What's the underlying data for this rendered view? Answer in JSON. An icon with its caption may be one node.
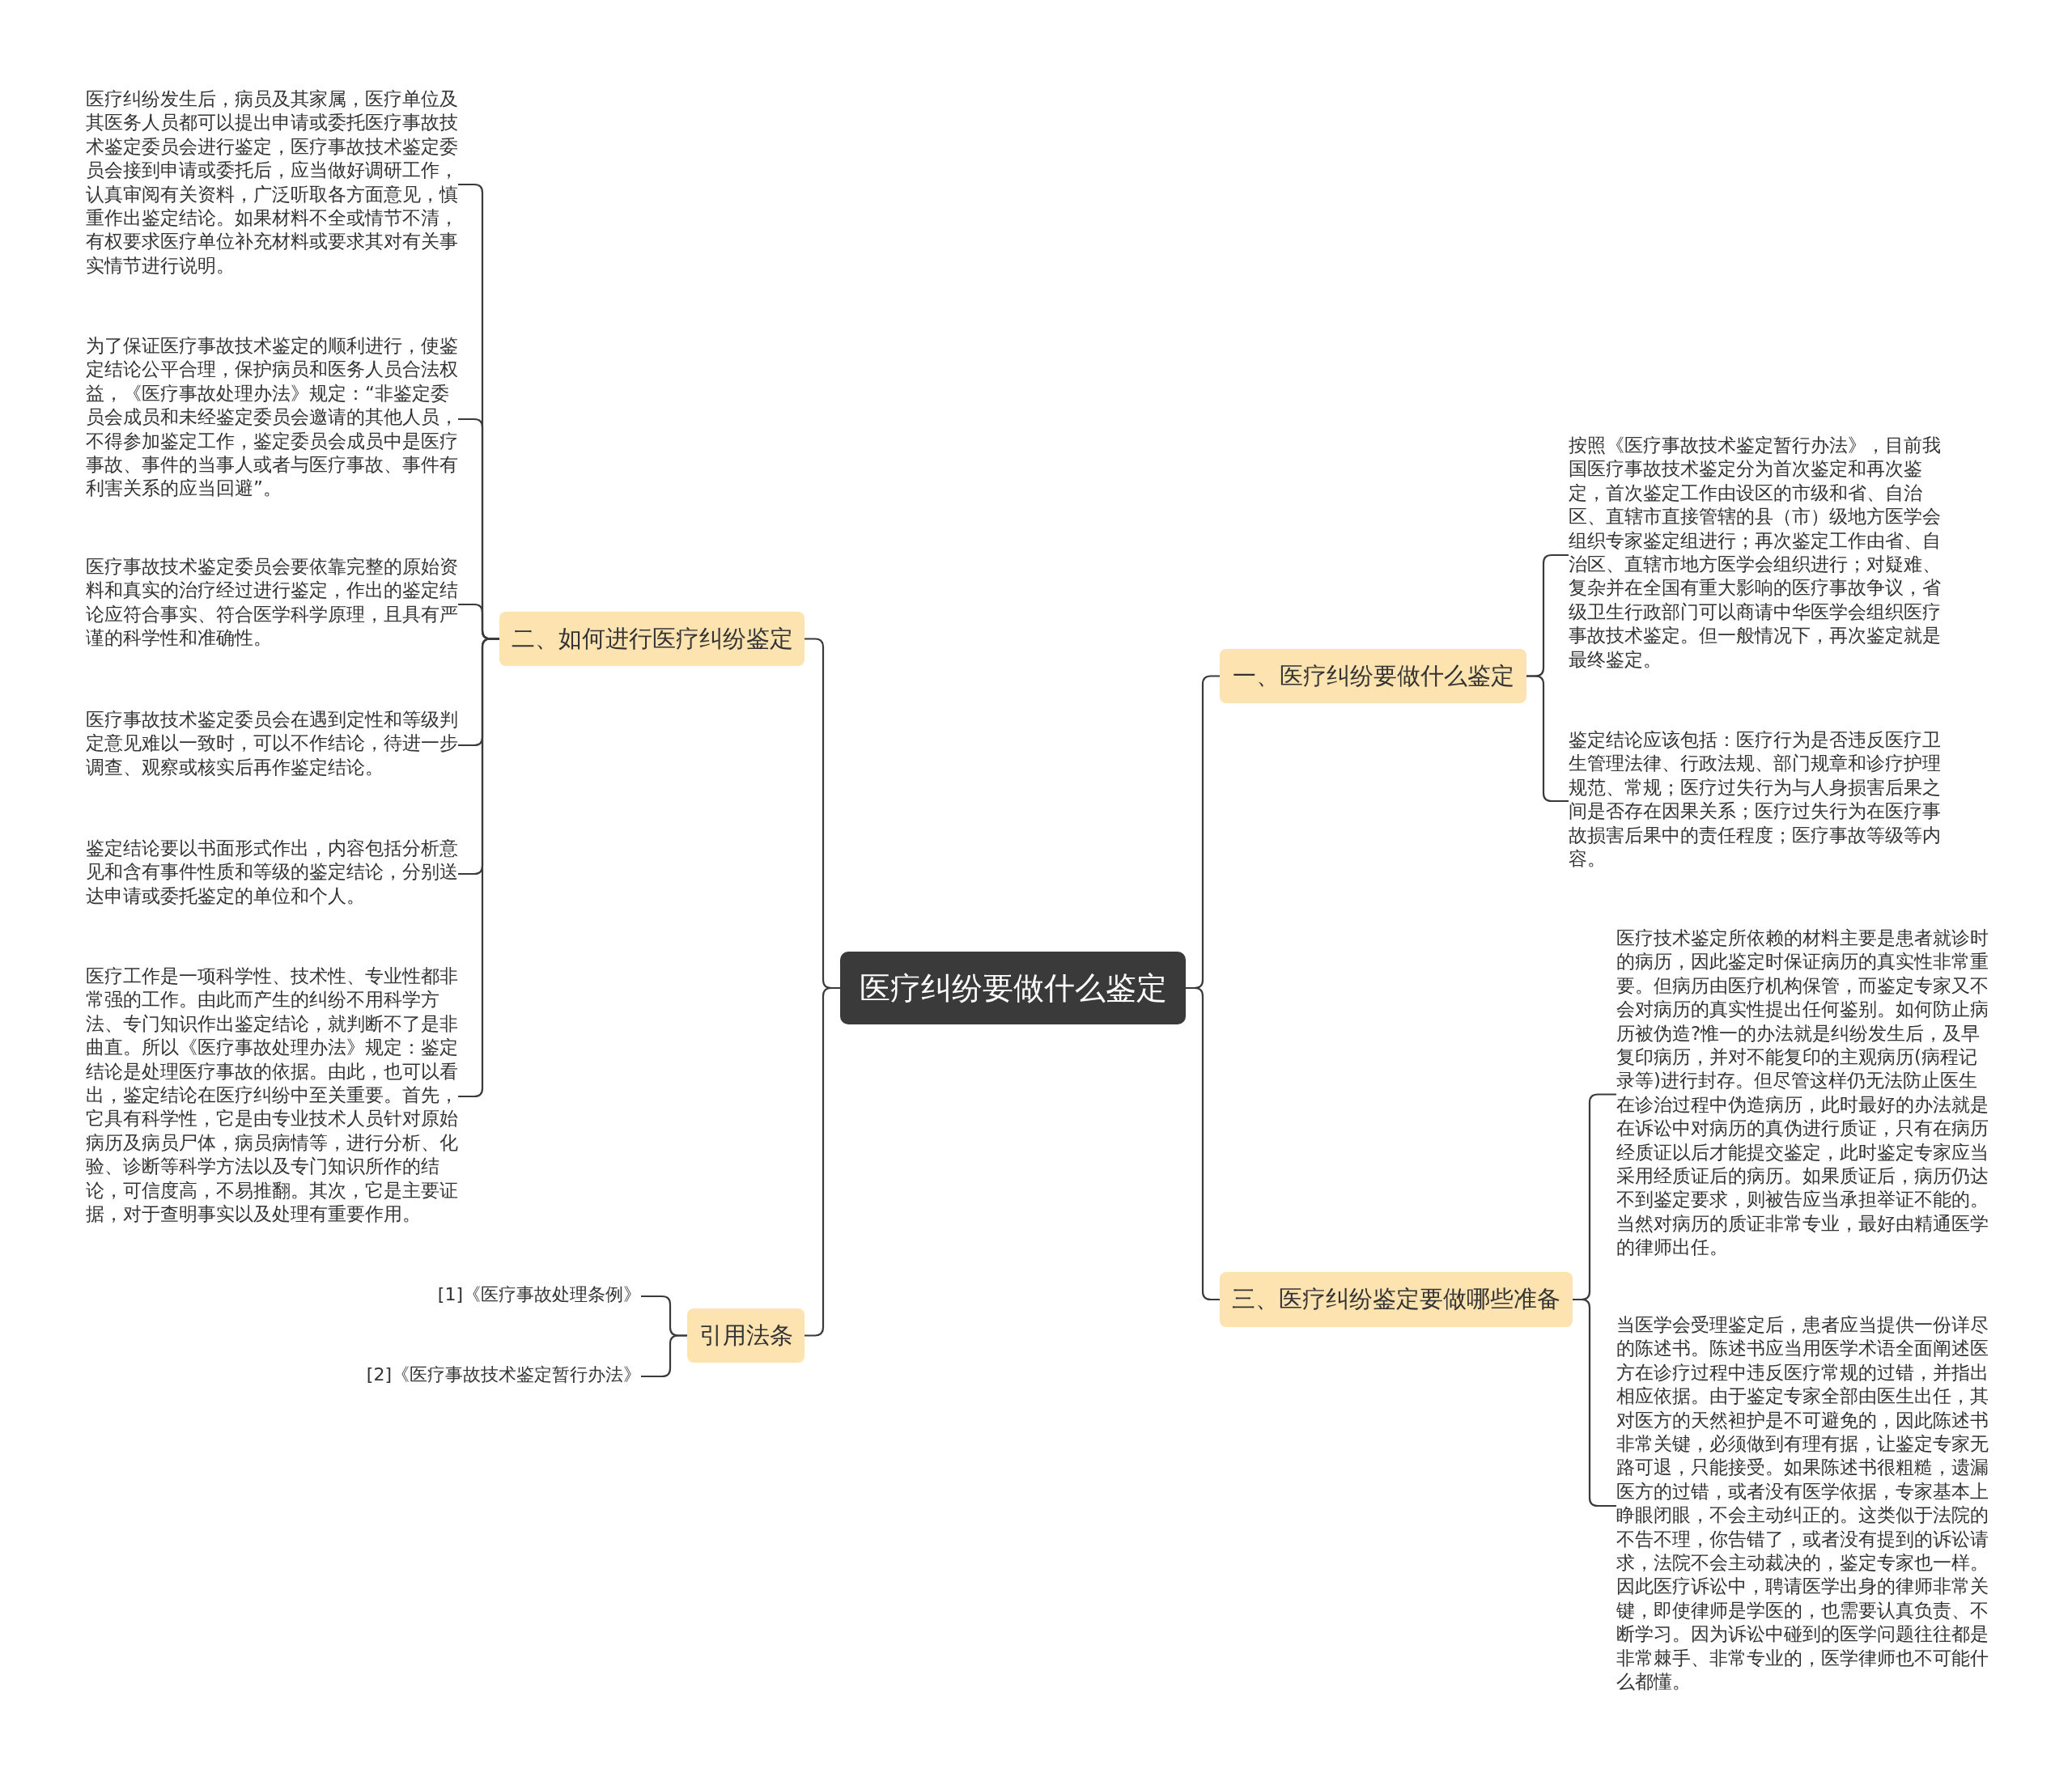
{
  "diagram": {
    "nodes": [
      {
        "text": [
          "医疗纠纷要做什么鉴定"
        ]
      },
      {
        "text": [
          "二、如何进行医疗纠纷鉴定"
        ]
      },
      {
        "text": [
          "医疗纠纷发生后，病员及其家属，医疗单位及其医务人员都可以提出申请或委托医疗事故技术鉴定委员会进行鉴定，医疗事故技术鉴定委员会接到申请或委托后，应当做好调研工作，认真审阅有关资料，广泛听取各方面意见，慎重作出鉴定结论。如果材料不全或情节不清，有权要求医疗单位补充材料或要求其对有关事实情节进行说明。"
        ]
      },
      {
        "text": [
          "为了保证医疗事故技术鉴定的顺利进行，使鉴定结论公平合理，保护病员和医务人员合法权益，《医疗事故处理办法》规定：“非鉴定委员会成员和未经鉴定委员会邀请的其他人员，不得参加鉴定工作，鉴定委员会成员中是医疗事故、事件的当事人或者与医疗事故、事件有利害关系的应当回避”。"
        ]
      },
      {
        "text": [
          "医疗事故技术鉴定委员会要依靠完整的原始资料和真实的治疗经过进行鉴定，作出的鉴定结论应符合事实、符合医学科学原理，且具有严谨的科学性和准确性。"
        ]
      },
      {
        "text": [
          "医疗事故技术鉴定委员会在遇到定性和等级判定意见难以一致时，可以不作结论，待进一步调查、观察或核实后再作鉴定结论。"
        ]
      },
      {
        "text": [
          "鉴定结论要以书面形式作出，内容包括分析意见和含有事件性质和等级的鉴定结论，分别送达申请或委托鉴定的单位和个人。"
        ]
      },
      {
        "text": [
          "医疗工作是一项科学性、技术性、专业性都非常强的工作。由此而产生的纠纷不用科学方法、专门知识作出鉴定结论，就判断不了是非曲直。所以《医疗事故处理办法》规定：鉴定结论是处理医疗事故的依据。由此，也可以看出，鉴定结论在医疗纠纷中至关重要。首先，它具有科学性，它是由专业技术人员针对原始病历及病员尸体，病员病情等，进行分析、化验、诊断等科学方法以及专门知识所作的结论，可信度高，不易推翻。其次，它是主要证据，对于查明事实以及处理有重要作用。"
        ]
      },
      {
        "text": [
          "引用法条"
        ]
      },
      {
        "text": [
          "[1]《医疗事故处理条例》"
        ]
      },
      {
        "text": [
          "[2]《医疗事故技术鉴定暂行办法》"
        ]
      },
      {
        "text": [
          "一、医疗纠纷要做什么鉴定"
        ]
      },
      {
        "text": [
          "按照《医疗事故技术鉴定暂行办法》，目前我国医疗事故技术鉴定分为首次鉴定和再次鉴定，首次鉴定工作由设区的市级和省、自治区、直辖市直接管辖的县（市）级地方医学会组织专家鉴定组进行；再次鉴定工作由省、自治区、直辖市地方医学会组织进行；对疑难、复杂并在全国有重大影响的医疗事故争议，省级卫生行政部门可以商请中华医学会组织医疗事故技术鉴定。但一般情况下，再次鉴定就是最终鉴定。"
        ]
      },
      {
        "text": [
          "鉴定结论应该包括：医疗行为是否违反医疗卫生管理法律、行政法规、部门规章和诊疗护理规范、常规；医疗过失行为与人身损害后果之间是否存在因果关系；医疗过失行为在医疗事故损害后果中的责任程度；医疗事故等级等内容。"
        ]
      },
      {
        "text": [
          "三、医疗纠纷鉴定要做哪些准备"
        ]
      },
      {
        "text": [
          "医疗技术鉴定所依赖的材料主要是患者就诊时的病历，因此鉴定时保证病历的真实性非常重要。但病历由医疗机构保管，而鉴定专家又不会对病历的真实性提出任何鉴别。如何防止病历被伪造?惟一的办法就是纠纷发生后，及早复印病历，并对不能复印的主观病历(病程记录等)进行封存。但尽管这样仍无法防止医生在诊治过程中伪造病历，此时最好的办法就是在诉讼中对病历的真伪进行质证，只有在病历经质证以后才能提交鉴定，此时鉴定专家应当采用经质证后的病历。如果质证后，病历仍达不到鉴定要求，则被告应当承担举证不能的。当然对病历的质证非常专业，最好由精通医学的律师出任。"
        ]
      },
      {
        "text": [
          "当医学会受理鉴定后，患者应当提供一份详尽的陈述书。陈述书应当用医学术语全面阐述医方在诊疗过程中违反医疗常规的过错，并指出相应依据。由于鉴定专家全部由医生出任，其对医方的天然袒护是不可避免的，因此陈述书非常关键，必须做到有理有据，让鉴定专家无路可退，只能接受。如果陈述书很粗糙，遗漏医方的过错，或者没有医学依据，专家基本上睁眼闭眼，不会主动纠正的。这类似于法院的不告不理，你告错了，或者没有提到的诉讼请求，法院不会主动裁决的，鉴定专家也一样。因此医疗诉讼中，聘请医学出身的律师非常关键，即使律师是学医的，也需要认真负责、不断学习。因为诉讼中碰到的医学问题往往都是非常棘手、非常专业的，医学律师也不可能什么都懂。"
        ]
      }
    ],
    "edges": [
      {
        "from": 0,
        "to": 1,
        "arrow": "none"
      },
      {
        "from": 1,
        "to": 2,
        "arrow": "none"
      },
      {
        "from": 1,
        "to": 3,
        "arrow": "none"
      },
      {
        "from": 1,
        "to": 4,
        "arrow": "none"
      },
      {
        "from": 1,
        "to": 5,
        "arrow": "none"
      },
      {
        "from": 1,
        "to": 6,
        "arrow": "none"
      },
      {
        "from": 1,
        "to": 7,
        "arrow": "none"
      },
      {
        "from": 0,
        "to": 8,
        "arrow": "none"
      },
      {
        "from": 8,
        "to": 9,
        "arrow": "none"
      },
      {
        "from": 8,
        "to": 10,
        "arrow": "none"
      },
      {
        "from": 0,
        "to": 11,
        "arrow": "none"
      },
      {
        "from": 11,
        "to": 12,
        "arrow": "none"
      },
      {
        "from": 11,
        "to": 13,
        "arrow": "none"
      },
      {
        "from": 0,
        "to": 14,
        "arrow": "none"
      },
      {
        "from": 14,
        "to": 15,
        "arrow": "none"
      },
      {
        "from": 14,
        "to": 16,
        "arrow": "none"
      }
    ]
  }
}
